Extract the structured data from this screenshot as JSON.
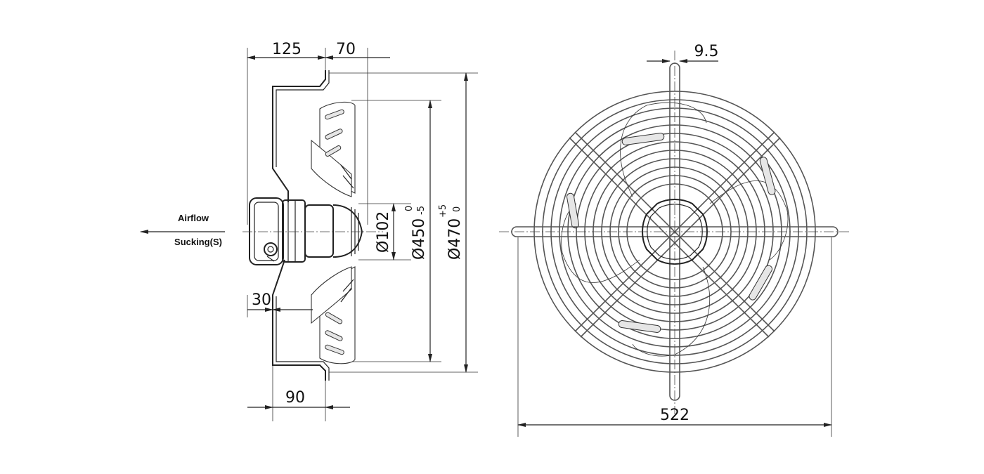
{
  "side_view": {
    "dims": {
      "d125": "125",
      "d70": "70",
      "d30": "30",
      "d90": "90",
      "dia102": "Ø102",
      "dia450": "Ø450",
      "dia450_tol_upper": "0",
      "dia450_tol_lower": "-5",
      "dia470": "Ø470",
      "dia470_tol_upper": "+5",
      "dia470_tol_lower": "0"
    },
    "airflow_label": "Airflow",
    "sucking_label": "Sucking(S)"
  },
  "front_view": {
    "dims": {
      "d9_5": "9.5",
      "d522": "522"
    }
  }
}
